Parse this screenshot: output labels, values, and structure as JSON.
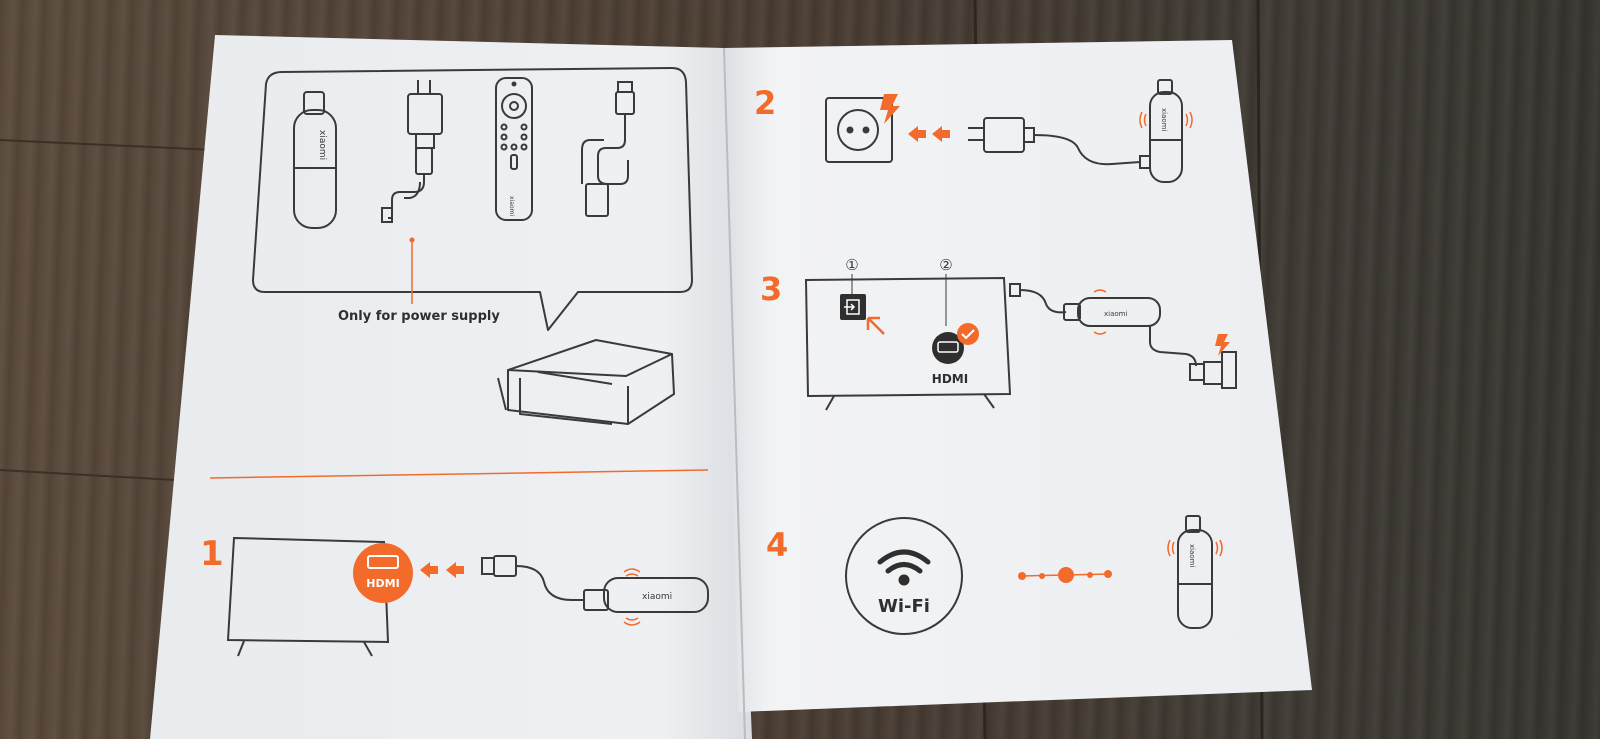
{
  "colors": {
    "accent": "#f26b2a",
    "line": "#3a3a3a",
    "paper_left": "#eef0f3",
    "paper_right": "#f3f4f6",
    "wood": "#4c3e33"
  },
  "left_page": {
    "box_contents": [
      {
        "item": "tv-stick",
        "brand": "xiaomi"
      },
      {
        "item": "power-adapter-with-cable"
      },
      {
        "item": "remote-control",
        "brand": "xiaomi"
      },
      {
        "item": "hdmi-extender-cable"
      }
    ],
    "power_note": "Only for power supply",
    "step1": {
      "number": "1",
      "hdmi_label": "HDMI",
      "stick_brand": "xiaomi"
    }
  },
  "right_page": {
    "step2": {
      "number": "2",
      "stick_brand": "xiaomi"
    },
    "step3": {
      "number": "3",
      "marker1": "①",
      "marker2": "②",
      "hdmi_label": "HDMI",
      "stick_brand": "xiaomi"
    },
    "step4": {
      "number": "4",
      "wifi_label": "Wi-Fi",
      "stick_brand": "xiaomi"
    }
  }
}
